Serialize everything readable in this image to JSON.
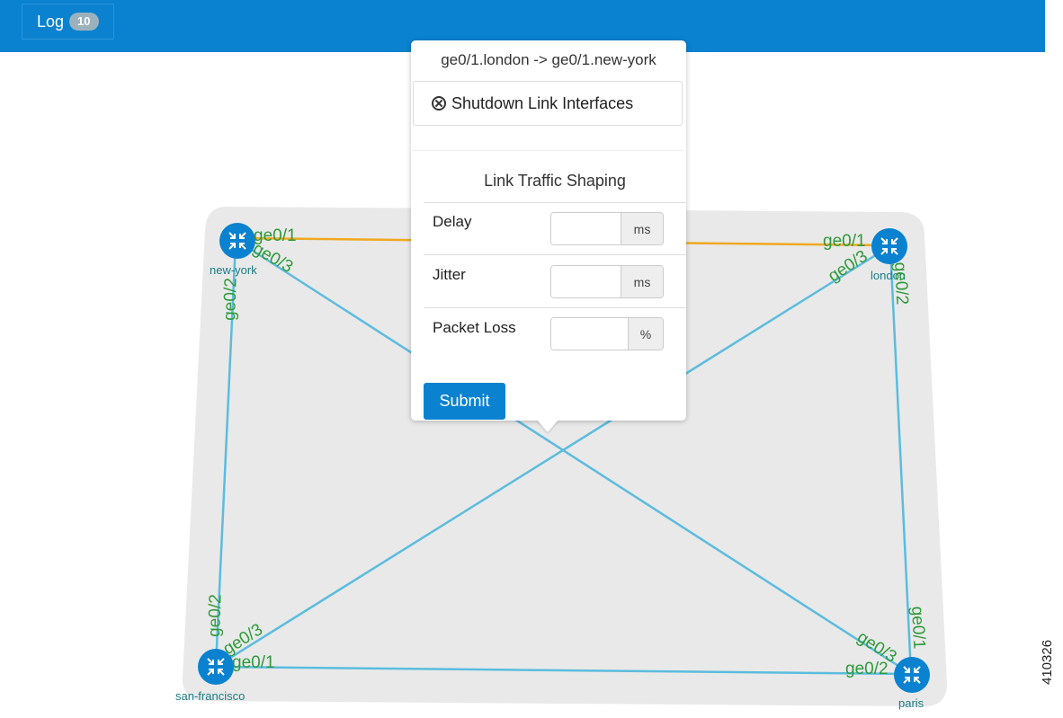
{
  "topbar": {
    "log_label": "Log",
    "log_count": "10"
  },
  "topology": {
    "nodes": [
      {
        "id": "new-york",
        "label": "new-york"
      },
      {
        "id": "london",
        "label": "london"
      },
      {
        "id": "san-francisco",
        "label": "san-francisco"
      },
      {
        "id": "paris",
        "label": "paris"
      }
    ],
    "ports": {
      "ny_ge01": "ge0/1",
      "ny_ge03": "ge0/3",
      "ny_ge02": "ge0/2",
      "ld_ge01": "ge0/1",
      "ld_ge03": "ge0/3",
      "ld_ge02": "ge0/2",
      "sf_ge02": "ge0/2",
      "sf_ge03": "ge0/3",
      "sf_ge01": "ge0/1",
      "pa_ge03": "ge0/3",
      "pa_ge02": "ge0/2",
      "pa_ge01": "ge0/1"
    },
    "selected_link_color": "#f0a820",
    "link_color": "#5bbcde"
  },
  "popover": {
    "title": "ge0/1.london -> ge0/1.new-york",
    "shutdown_label": "Shutdown Link Interfaces",
    "shaping_title": "Link Traffic Shaping",
    "fields": [
      {
        "label": "Delay",
        "value": "",
        "unit": "ms"
      },
      {
        "label": "Jitter",
        "value": "",
        "unit": "ms"
      },
      {
        "label": "Packet Loss",
        "value": "",
        "unit": "%"
      }
    ],
    "submit_label": "Submit"
  },
  "figure_id": "410326"
}
